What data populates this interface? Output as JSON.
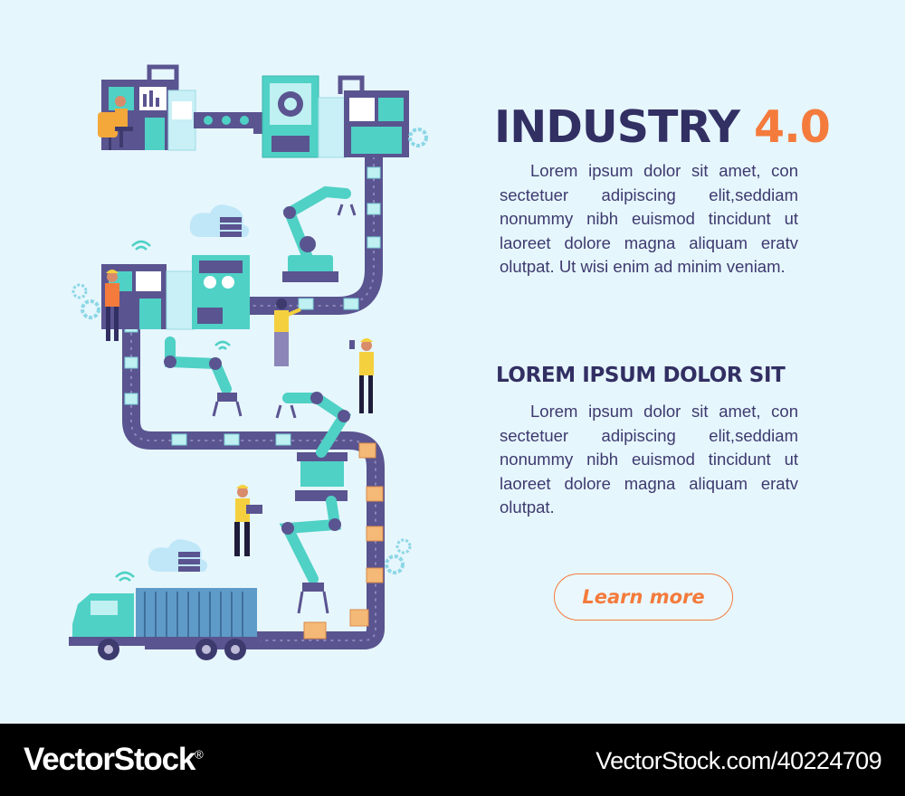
{
  "headline": {
    "word": "INDUSTRY",
    "version": "4.0"
  },
  "intro_paragraph": "Lorem ipsum dolor sit amet, con sectetuer adipiscing elit,seddiam nonummy nibh euismod tincidunt ut laoreet dolore magna aliquam eratv olutpat. Ut wisi enim ad minim veniam.",
  "subheading": "LOREM IPSUM DOLOR SIT",
  "second_paragraph": "Lorem ipsum dolor sit amet, con sectetuer adipiscing elit,seddiam nonummy nibh euismod tincidunt ut laoreet dolore magna aliquam eratv olutpat.",
  "cta": {
    "label": "Learn more"
  },
  "footer": {
    "brand": "VectorStock",
    "registered": "®",
    "image_id": "VectorStock.com/40224709"
  },
  "colors": {
    "background": "#e6f6fd",
    "heading": "#322f63",
    "accent": "#f47b3c",
    "conveyor": "#5a5490",
    "teal": "#4fd1c5",
    "footer": "#000000"
  },
  "icons": [
    "wifi-icon",
    "cloud-server-icon",
    "gear-icon",
    "robot-arm-icon",
    "truck-icon",
    "monitor-icon"
  ]
}
